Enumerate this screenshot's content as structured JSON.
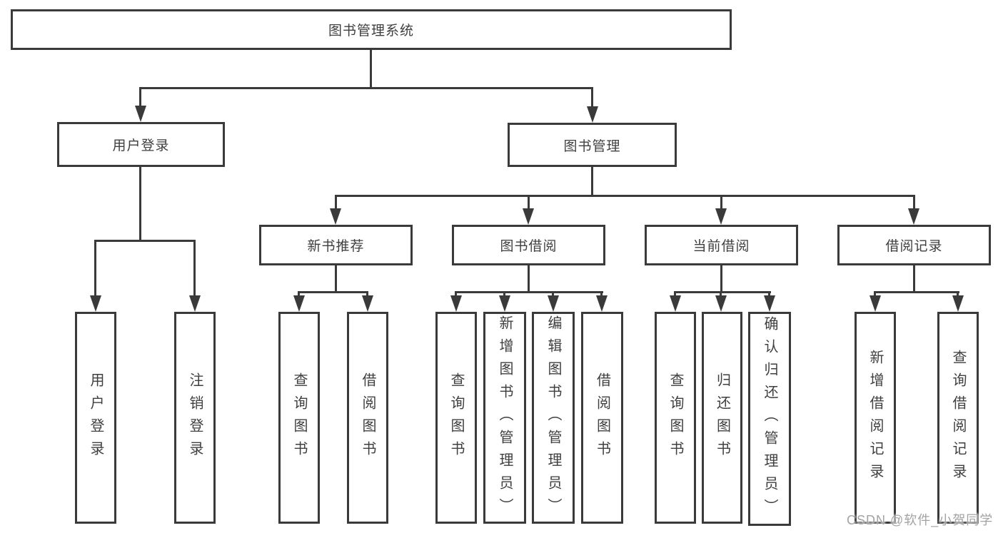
{
  "tree": {
    "label": "图书管理系统",
    "children": [
      {
        "label": "用户登录",
        "children": [
          {
            "label": "用户登录"
          },
          {
            "label": "注销登录"
          }
        ]
      },
      {
        "label": "图书管理",
        "children": [
          {
            "label": "新书推荐",
            "children": [
              {
                "label": "查询图书"
              },
              {
                "label": "借阅图书"
              }
            ]
          },
          {
            "label": "图书借阅",
            "children": [
              {
                "label": "查询图书"
              },
              {
                "label": "新增图书（管理员）"
              },
              {
                "label": "编辑图书（管理员）"
              },
              {
                "label": "借阅图书"
              }
            ]
          },
          {
            "label": "当前借阅",
            "children": [
              {
                "label": "查询图书"
              },
              {
                "label": "归还图书"
              },
              {
                "label": "确认归还（管理员）"
              }
            ]
          },
          {
            "label": "借阅记录",
            "children": [
              {
                "label": "新增借阅记录"
              },
              {
                "label": "查询借阅记录"
              }
            ]
          }
        ]
      }
    ]
  },
  "watermark": {
    "text": "CSDN @软件_小贺同学"
  },
  "colors": {
    "line": "#3a3a3a",
    "text": "#3f3f3f",
    "watermark": "#a3a3a3",
    "background": "#ffffff"
  }
}
